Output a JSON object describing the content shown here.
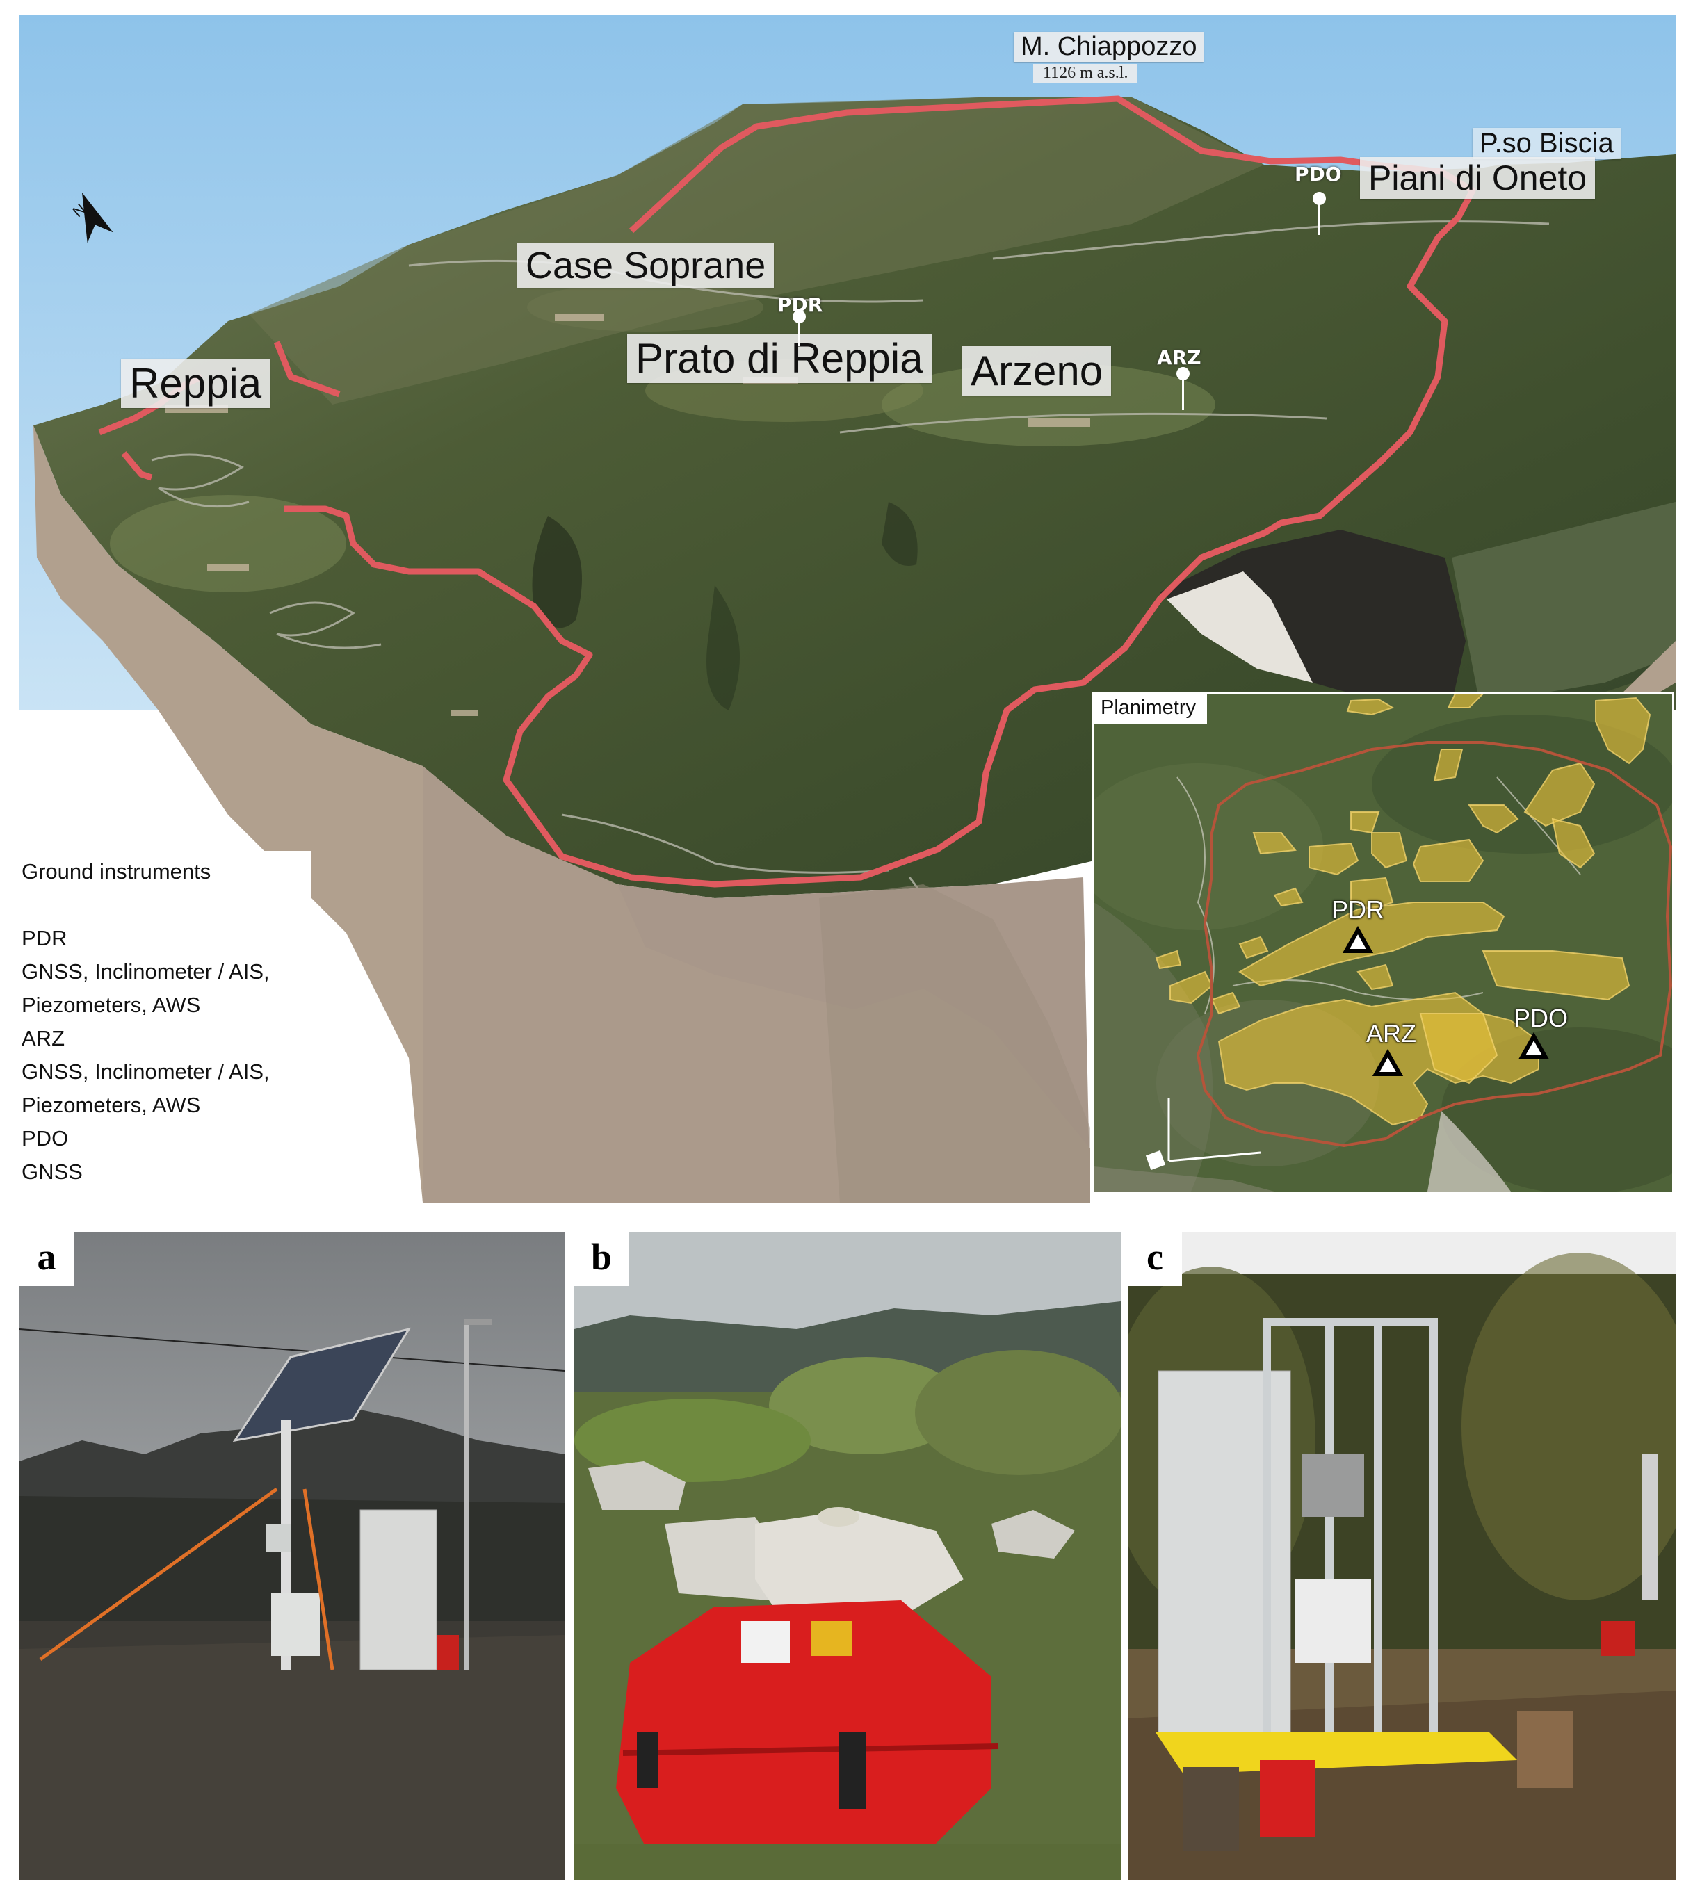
{
  "scene": {
    "peak_name": "M. Chiappozzo",
    "peak_elevation": "1126 m a.s.l.",
    "places": {
      "reppia": "Reppia",
      "case_soprane": "Case Soprane",
      "prato_di_reppia": "Prato di Reppia",
      "arzeno": "Arzeno",
      "piani_di_oneto": "Piani di Oneto",
      "passo_biscia": "P.so Biscia"
    },
    "markers": {
      "pdr": "PDR",
      "arz": "ARZ",
      "pdo": "PDO"
    },
    "north_label": "N"
  },
  "legend": {
    "title": "Ground instruments",
    "entries": [
      {
        "site": "PDR",
        "instruments_line1": "GNSS, Inclinometer / AIS,",
        "instruments_line2": "Piezometers, AWS"
      },
      {
        "site": "ARZ",
        "instruments_line1": "GNSS, Inclinometer / AIS,",
        "instruments_line2": "Piezometers, AWS"
      },
      {
        "site": "PDO",
        "instruments_line1": "GNSS",
        "instruments_line2": ""
      }
    ]
  },
  "inset": {
    "title": "Planimetry",
    "stations": {
      "pdr": "PDR",
      "arz": "ARZ",
      "pdo": "PDO"
    },
    "landslide_color": "#e8c23a",
    "boundary_color": "#b5543a"
  },
  "boundary_color": "#e05a5f",
  "photos": [
    {
      "letter": "a"
    },
    {
      "letter": "b"
    },
    {
      "letter": "c"
    }
  ]
}
